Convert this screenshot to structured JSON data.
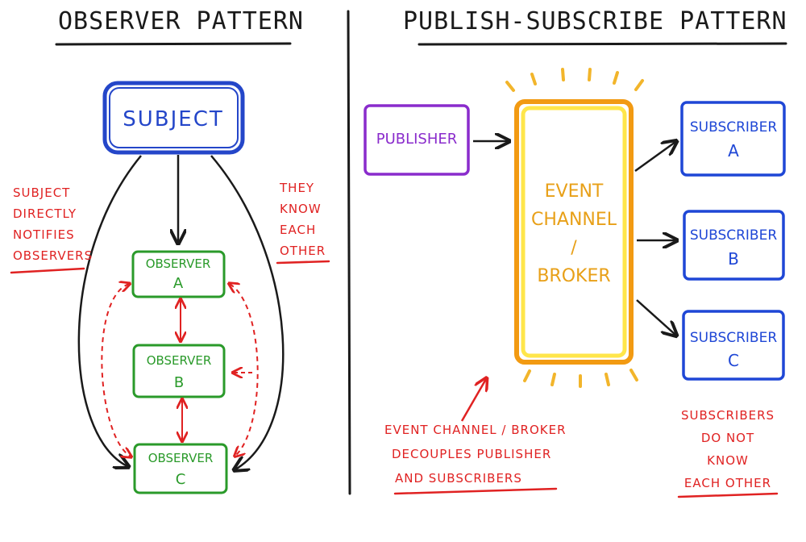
{
  "titles": {
    "observer": "OBSERVER PATTERN",
    "pubsub": "PUBLISH-SUBSCRIBE PATTERN"
  },
  "observer": {
    "subject": "SUBJECT",
    "observer_a": [
      "OBSERVER",
      "A"
    ],
    "observer_b": [
      "OBSERVER",
      "B"
    ],
    "observer_c": [
      "OBSERVER",
      "C"
    ],
    "note_left": [
      "SUBJECT",
      "DIRECTLY",
      "NOTIFIES",
      "OBSERVERS"
    ],
    "note_right": [
      "THEY",
      "KNOW",
      "EACH",
      "OTHER"
    ]
  },
  "pubsub": {
    "publisher": "PUBLISHER",
    "channel": [
      "EVENT",
      "CHANNEL",
      "/",
      "BROKER"
    ],
    "subscriber_a": [
      "SUBSCRIBER",
      "A"
    ],
    "subscriber_b": [
      "SUBSCRIBER",
      "B"
    ],
    "subscriber_c": [
      "SUBSCRIBER",
      "C"
    ],
    "note_channel": [
      "EVENT CHANNEL / BROKER",
      "DECOUPLES PUBLISHER",
      "AND SUBSCRIBERS"
    ],
    "note_subscribers": [
      "SUBSCRIBERS",
      "DO NOT",
      "KNOW",
      "EACH OTHER"
    ]
  },
  "colors": {
    "ink": "#1a1a1a",
    "subject": "#2446c9",
    "observer": "#2a9a2a",
    "note": "#e02222",
    "publisher": "#8a2ccc",
    "channel_outer": "#f29a12",
    "channel_inner": "#ffe64a",
    "channel_text": "#e8a018",
    "subscriber": "#1f47d6"
  }
}
